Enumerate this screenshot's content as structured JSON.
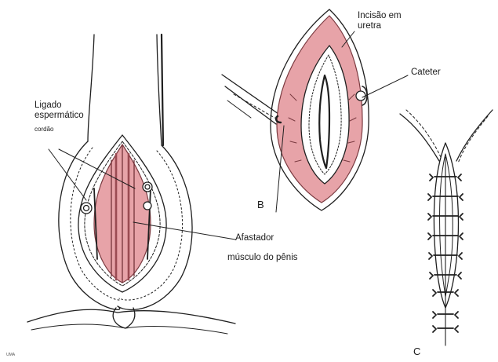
{
  "labels": {
    "ligado_line1": "Ligado",
    "ligado_line2": "espermático",
    "cordao": "cordão",
    "incisao_line1": "Incisão em",
    "incisao_line2": "uretra",
    "cateter": "Cateter",
    "afastador": "Afastador",
    "musculo": "músculo do pênis",
    "panel_b": "B",
    "panel_c": "C",
    "credit": "UMA"
  },
  "colors": {
    "tissue_pink": "#e7a3a8",
    "tissue_pink_dark": "#c96a72",
    "ink": "#1f1f1f"
  }
}
